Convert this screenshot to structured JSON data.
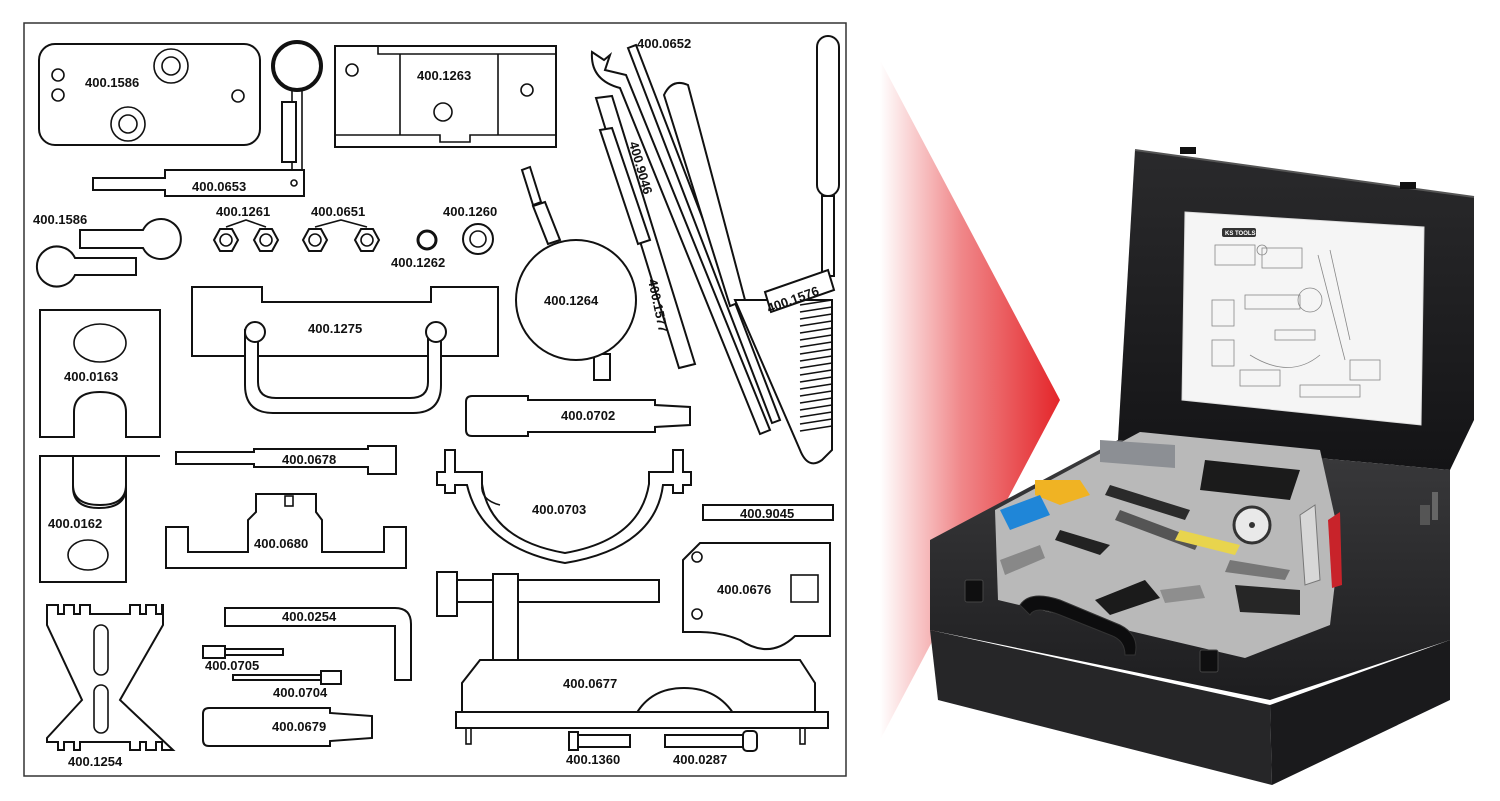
{
  "diagram": {
    "labels": {
      "p1586a": "400.1586",
      "p1263": "400.1263",
      "p0652": "400.0652",
      "p0653": "400.0653",
      "p1586b": "400.1586",
      "p1261": "400.1261",
      "p0651": "400.0651",
      "p1260": "400.1260",
      "p1262": "400.1262",
      "p9046": "400.9046",
      "p1577": "400.1577",
      "p1264": "400.1264",
      "p1576": "400.1576",
      "p1275": "400.1275",
      "p0163": "400.0163",
      "p0702": "400.0702",
      "p0678": "400.0678",
      "p0703": "400.0703",
      "p9045": "400.9045",
      "p0162": "400.0162",
      "p0680": "400.0680",
      "p0676": "400.0676",
      "p0254": "400.0254",
      "p0705": "400.0705",
      "p0704": "400.0704",
      "p0677": "400.0677",
      "p0679": "400.0679",
      "p1254": "400.1254",
      "p1360": "400.1360",
      "p0287": "400.0287"
    }
  },
  "case": {
    "brand_badge": "KS TOOLS",
    "colors": {
      "case_body": "#2b2b2d",
      "case_lid": "#1f1f21",
      "foam": "#b9b9b9",
      "arrow_red": "#e4262a",
      "accent_blue": "#1f86d8",
      "accent_yellow": "#f0b323"
    }
  }
}
